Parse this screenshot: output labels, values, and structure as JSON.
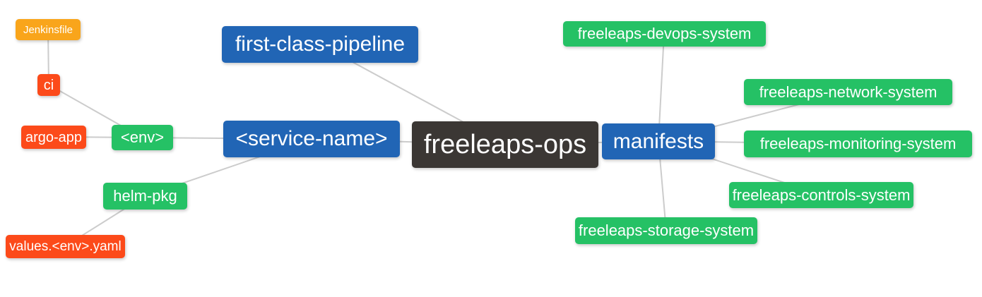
{
  "palette": {
    "canvas_bg": "#ffffff",
    "root_bg": "#3b3734",
    "branch_bg": "#2165b5",
    "module_bg": "#25c165",
    "artifact_bg": "#fc4a1a",
    "file_bg": "#f9a51b",
    "connector": "#cccccc",
    "node_text": "#ffffff"
  },
  "mindmap": {
    "tree": {
      "label": "freeleaps-ops",
      "children": [
        {
          "label": "first-class-pipeline",
          "children": []
        },
        {
          "label": "<service-name>",
          "children": [
            {
              "label": "<env>",
              "children": [
                {
                  "label": "ci",
                  "children": [
                    {
                      "label": "Jenkinsfile",
                      "children": []
                    }
                  ]
                },
                {
                  "label": "argo-app",
                  "children": []
                }
              ]
            },
            {
              "label": "helm-pkg",
              "children": [
                {
                  "label": "values.<env>.yaml",
                  "children": []
                }
              ]
            }
          ]
        },
        {
          "label": "manifests",
          "children": [
            {
              "label": "freeleaps-devops-system",
              "children": []
            },
            {
              "label": "freeleaps-network-system",
              "children": []
            },
            {
              "label": "freeleaps-monitoring-system",
              "children": []
            },
            {
              "label": "freeleaps-controls-system",
              "children": []
            },
            {
              "label": "freeleaps-storage-system",
              "children": []
            }
          ]
        }
      ]
    }
  }
}
